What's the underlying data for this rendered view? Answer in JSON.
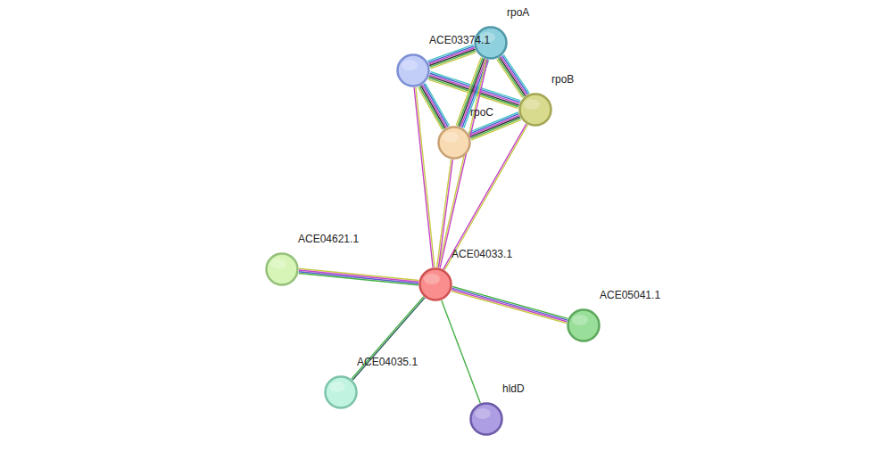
{
  "diagram": {
    "nodes": [
      {
        "text": [
          "rpoA"
        ]
      },
      {
        "text": [
          "ACE03374.1"
        ]
      },
      {
        "text": [
          "rpoB"
        ]
      },
      {
        "text": [
          "rpoC"
        ]
      },
      {
        "text": [
          "ACE04621.1"
        ]
      },
      {
        "text": [
          "ACE04033.1"
        ]
      },
      {
        "text": [
          "ACE05041.1"
        ]
      },
      {
        "text": [
          "ACE04035.1"
        ]
      },
      {
        "text": [
          "hldD"
        ]
      }
    ],
    "edges": [
      {
        "from": 1,
        "to": 0,
        "arrow": "none"
      },
      {
        "from": 1,
        "to": 2,
        "arrow": "none"
      },
      {
        "from": 1,
        "to": 3,
        "arrow": "none"
      },
      {
        "from": 0,
        "to": 2,
        "arrow": "none"
      },
      {
        "from": 0,
        "to": 3,
        "arrow": "none"
      },
      {
        "from": 3,
        "to": 2,
        "arrow": "none"
      },
      {
        "from": 1,
        "to": 5,
        "arrow": "none"
      },
      {
        "from": 0,
        "to": 5,
        "arrow": "none"
      },
      {
        "from": 3,
        "to": 5,
        "arrow": "none"
      },
      {
        "from": 2,
        "to": 5,
        "arrow": "none"
      },
      {
        "from": 4,
        "to": 5,
        "arrow": "none"
      },
      {
        "from": 5,
        "to": 6,
        "arrow": "none"
      },
      {
        "from": 5,
        "to": 7,
        "arrow": "none"
      },
      {
        "from": 5,
        "to": 8,
        "arrow": "none"
      }
    ]
  }
}
